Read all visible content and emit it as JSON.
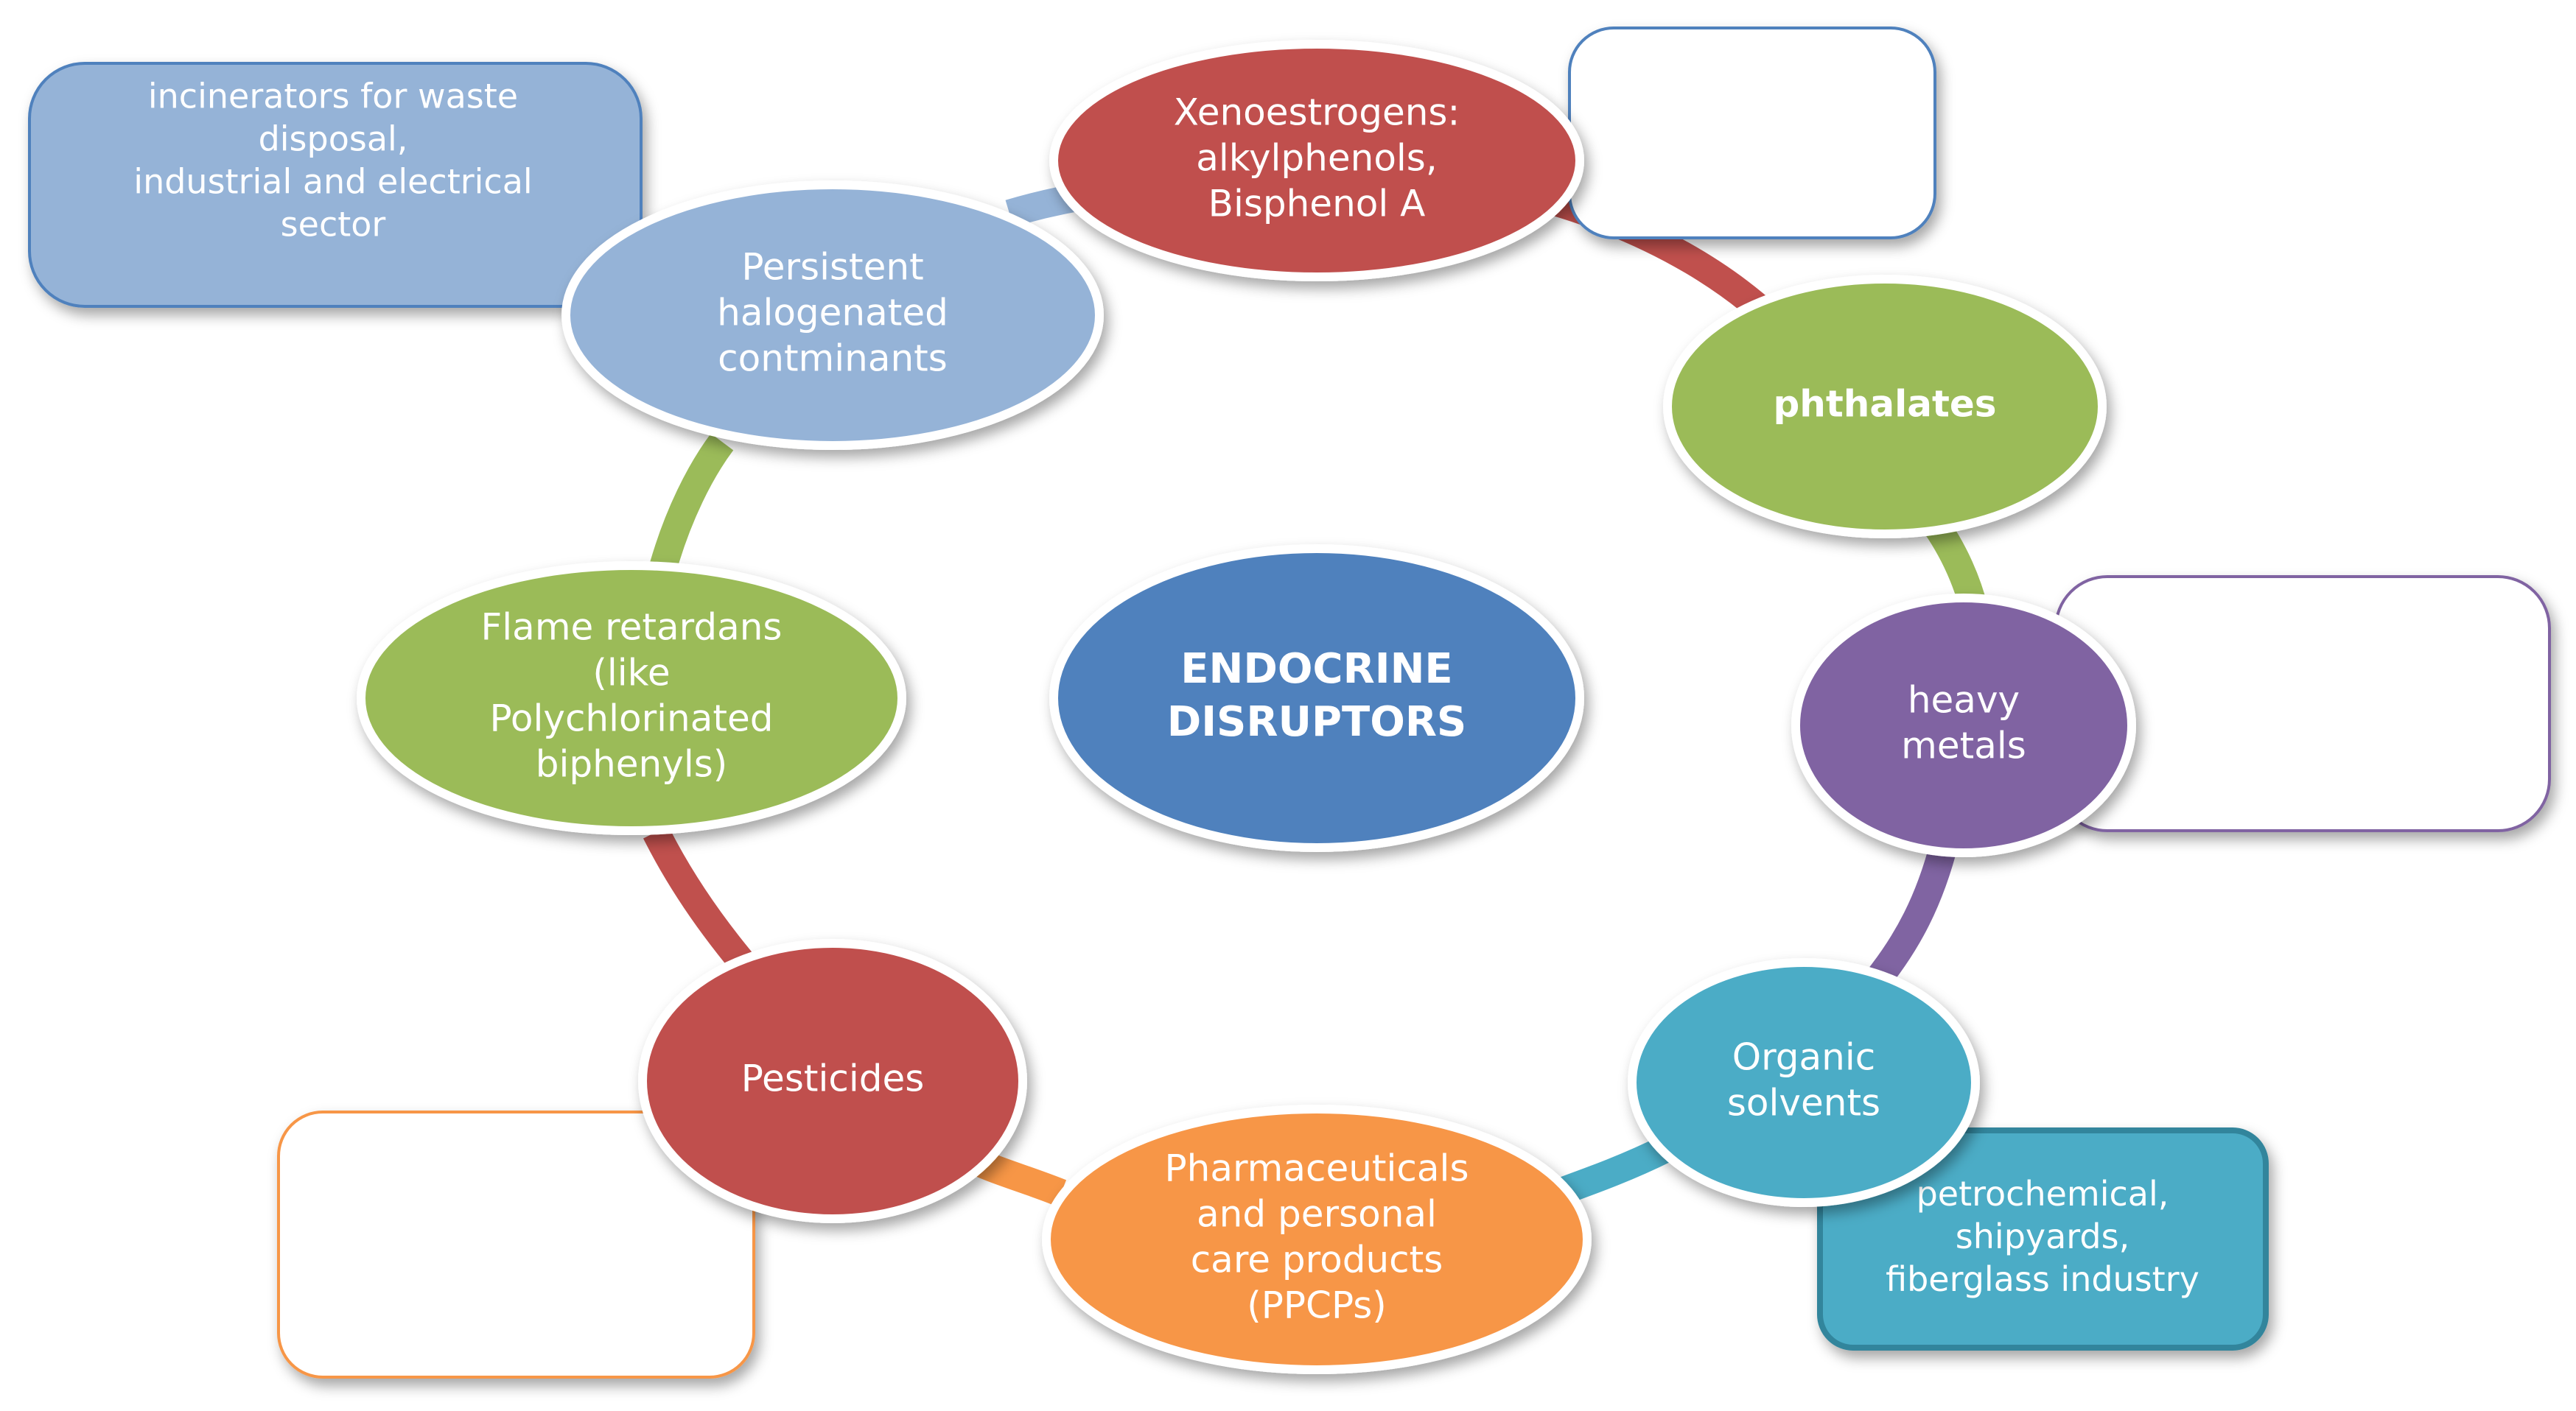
{
  "center": {
    "lines": [
      "ENDOCRINE",
      "DISRUPTORS"
    ],
    "color": "#4f81bd"
  },
  "ring_colors": {
    "top_right": "#c0504d",
    "right_upper": "#9bbb59",
    "right_lower": "#8064a2",
    "bottom_right": "#4bacc6",
    "bottom_left": "#f79646",
    "left_lower": "#c0504d",
    "left_upper": "#9bbb59",
    "top_left": "#95b3d7"
  },
  "nodes": [
    {
      "id": "xenoestrogens",
      "lines": [
        "Xenoestrogens:",
        "alkylphenols,",
        "Bisphenol A"
      ],
      "color": "#c0504d",
      "bold": false
    },
    {
      "id": "phthalates",
      "lines": [
        "phthalates"
      ],
      "color": "#9bbb59",
      "bold": true
    },
    {
      "id": "heavy-metals",
      "lines": [
        "heavy",
        "metals"
      ],
      "color": "#8064a2",
      "bold": false
    },
    {
      "id": "organic-solvents",
      "lines": [
        "Organic",
        "solvents"
      ],
      "color": "#4bacc6",
      "bold": false
    },
    {
      "id": "ppcps",
      "lines": [
        "Pharmaceuticals",
        "and personal",
        "care products",
        "(PPCPs)"
      ],
      "color": "#f79646",
      "bold": false
    },
    {
      "id": "pesticides",
      "lines": [
        "Pesticides"
      ],
      "color": "#c0504d",
      "bold": false
    },
    {
      "id": "flame-retardants",
      "lines": [
        "Flame retardans",
        "(like",
        "Polychlorinated",
        "biphenyls)"
      ],
      "color": "#9bbb59",
      "bold": false
    },
    {
      "id": "persistent-halogenated",
      "lines": [
        "Persistent",
        "halogenated",
        "contminants"
      ],
      "color": "#95b3d7",
      "bold": false
    }
  ],
  "boxes": [
    {
      "id": "incinerators",
      "lines": [
        "incinerators for waste",
        "disposal,",
        "industrial and electrical",
        "sector"
      ],
      "fill": "#95b3d7",
      "stroke": "#4f81bd"
    },
    {
      "id": "xenoestrogens-sources",
      "lines": [],
      "fill": "#ffffff",
      "stroke": "#4f81bd"
    },
    {
      "id": "heavy-metals-sources",
      "lines": [],
      "fill": "#ffffff",
      "stroke": "#8064a2"
    },
    {
      "id": "organic-solvents-sources",
      "lines": [
        "petrochemical,",
        "shipyards,",
        "fiberglass industry"
      ],
      "fill": "#4bacc6",
      "stroke": "#31859c"
    },
    {
      "id": "pesticides-sources",
      "lines": [],
      "fill": "#ffffff",
      "stroke": "#f79646"
    }
  ]
}
